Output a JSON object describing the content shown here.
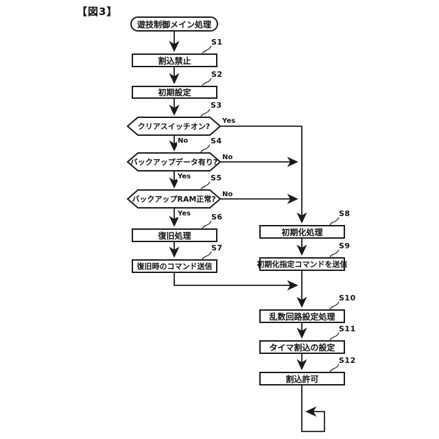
{
  "figure_label": "【図3】",
  "flowchart": {
    "start": "遊技制御メイン処理",
    "steps": {
      "s1": {
        "tag": "S1",
        "label": "割込禁止"
      },
      "s2": {
        "tag": "S2",
        "label": "初期設定"
      },
      "s3": {
        "tag": "S3",
        "label": "クリアスイッチオン?"
      },
      "s4": {
        "tag": "S4",
        "label": "バックアップデータ有り?"
      },
      "s5": {
        "tag": "S5",
        "label": "バックアップRAM正常?"
      },
      "s6": {
        "tag": "S6",
        "label": "復旧処理"
      },
      "s7": {
        "tag": "S7",
        "label": "復旧時のコマンド送信"
      },
      "s8": {
        "tag": "S8",
        "label": "初期化処理"
      },
      "s9": {
        "tag": "S9",
        "label": "初期化指定コマンドを送信"
      },
      "s10": {
        "tag": "S10",
        "label": "乱数回路設定処理"
      },
      "s11": {
        "tag": "S11",
        "label": "タイマ割込の設定"
      },
      "s12": {
        "tag": "S12",
        "label": "割込許可"
      }
    },
    "branch_labels": {
      "yes": "Yes",
      "no": "No"
    }
  },
  "colors": {
    "line": "#1a1a1a",
    "background": "#ffffff"
  }
}
